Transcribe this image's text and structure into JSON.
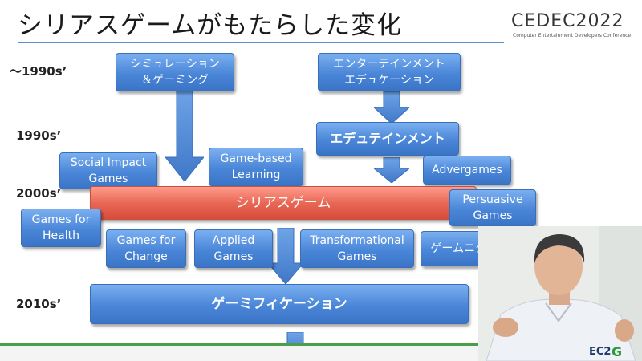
{
  "title": "シリアスゲームがもたらした変化",
  "logo": {
    "main": "CEDEC2022",
    "sub": "Computer Entertainment Developers Conference"
  },
  "eras": {
    "e1": "～1990s’",
    "e2": "1990s’",
    "e3": "2000s’",
    "e4": "2010s’"
  },
  "boxes": {
    "simulation": [
      "シミュレーション",
      "＆ゲーミング"
    ],
    "entertainment_edu": [
      "エンターテインメント",
      "エデュケーション"
    ],
    "edutainment": "エデュテインメント",
    "social_impact": [
      "Social Impact",
      "Games"
    ],
    "game_based": [
      "Game-based",
      "Learning"
    ],
    "advergames": "Advergames",
    "serious_games": "シリアスゲーム",
    "persuasive": [
      "Persuasive",
      "Games"
    ],
    "health": [
      "Games for",
      "Health"
    ],
    "change": [
      "Games for",
      "Change"
    ],
    "applied": [
      "Applied",
      "Games"
    ],
    "transformational": [
      "Transformational",
      "Games"
    ],
    "gamenics": "ゲームニクス",
    "gamification": "ゲーミフィケーション"
  },
  "footer_logo": "EC2"
}
